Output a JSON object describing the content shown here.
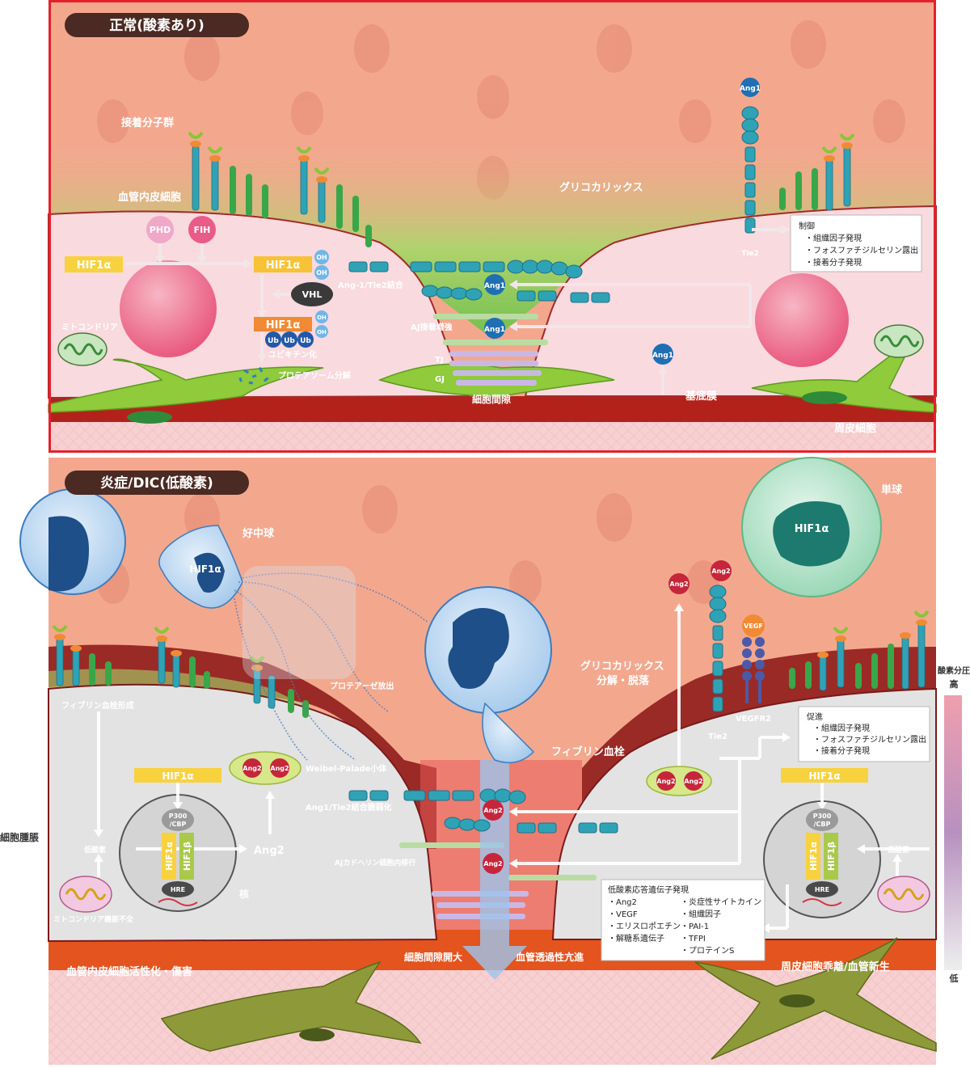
{
  "colors": {
    "frame_red": "#e5202a",
    "tissue_salmon": "#f3a88e",
    "cell_pink": "#f9dade",
    "cell_gray": "#e3e3e3",
    "nucleus": "#ee6e8c",
    "glycocalyx_green": "#7ccd4e",
    "hif_yellow": "#f7d23e",
    "hif_orange": "#f08a34",
    "basement_red": "#b3221a",
    "pericyte_green": "#8fcb3a",
    "ang_blue": "#1f6fb3",
    "ang2_red": "#c5263b",
    "dark_badge": "#4a2a22"
  },
  "top": {
    "title": "正常(酸素あり)",
    "labels": {
      "adhesion": "接着分子群",
      "endothelial": "血管内皮細胞",
      "glycocalyx": "グリコカリックス",
      "phd": "PHD",
      "fih": "FIH",
      "hif1a_left": "HIF1α",
      "hif1a_mid": "HIF1α",
      "oh": "OH",
      "vhl": "VHL",
      "hif1a_ub": "HIF1α",
      "ub": "Ub",
      "ubiquitin": "ユビキチン化",
      "proteasome": "プロテアソーム分解",
      "mitochondria": "ミトコンドリア",
      "ang_tie2": "Ang-1/Tie2結合",
      "aj": "AJ接着増強",
      "tj": "TJ",
      "gj": "GJ",
      "gap": "細胞間隙",
      "basement": "基底膜",
      "pericyte": "周皮細胞",
      "ang1": "Ang1",
      "tie2": "Tie2"
    },
    "control_box": {
      "heading": "制御",
      "items": [
        "・組織因子発現",
        "・フォスファチジルセリン露出",
        "・接着分子発現"
      ]
    }
  },
  "bottom": {
    "title": "炎症/DIC(低酸素)",
    "labels": {
      "neutrophil": "好中球",
      "hif1a_neutrophil": "HIF1α",
      "monocyte": "単球",
      "hif1a_monocyte": "HIF1α",
      "protease": "プロテアーゼ放出",
      "glycocalyx": "グリコカリックス",
      "glyco_degrade": "分解・脱落",
      "fibrin_formation": "フィブリン血栓形成",
      "fibrin_thrombus": "フィブリン血栓",
      "weibel": "Weibel-Palade小体",
      "ang_tie2_weak": "Ang1/Tie2結合脆弱化",
      "aj_internal": "AJカドヘリン細胞内移行",
      "hif1a_left": "HIF1α",
      "hif1a_right": "HIF1α",
      "p300": "P300",
      "cbp": "/CBP",
      "hif1b": "HIF1β",
      "hre": "HRE",
      "hypoxia_left": "低酸素",
      "hypoxia_right": "低酸素",
      "nucleus": "核",
      "ang2": "Ang2",
      "ang2_label": "Ang2",
      "vegf": "VEGF",
      "vegfr2": "VEGFR2",
      "tie2": "Tie2",
      "mito_dysfunction": "ミトコンドリア機能不全",
      "endo_activation": "血管内皮細胞活性化・傷害",
      "gap_widen": "細胞間隙開大",
      "permeability": "血管透過性亢進",
      "pericyte_detach": "周皮細胞乖離/血管新生"
    },
    "promote_box": {
      "heading": "促進",
      "items": [
        "・組織因子発現",
        "・フォスファチジルセリン露出",
        "・接着分子発現"
      ]
    },
    "gene_box": {
      "heading": "低酸素応答遺伝子発現",
      "col1": [
        "・Ang2",
        "・VEGF",
        "・エリスロポエチン",
        "・解糖系遺伝子"
      ],
      "col2": [
        "・炎症性サイトカイン",
        "・組織因子",
        "・PAI-1",
        "・TFPI",
        "・プロテインS"
      ]
    }
  },
  "side": {
    "cell_swelling": "細胞腫脹",
    "oxygen_scale": "酸素分圧",
    "high": "高",
    "low": "低"
  }
}
